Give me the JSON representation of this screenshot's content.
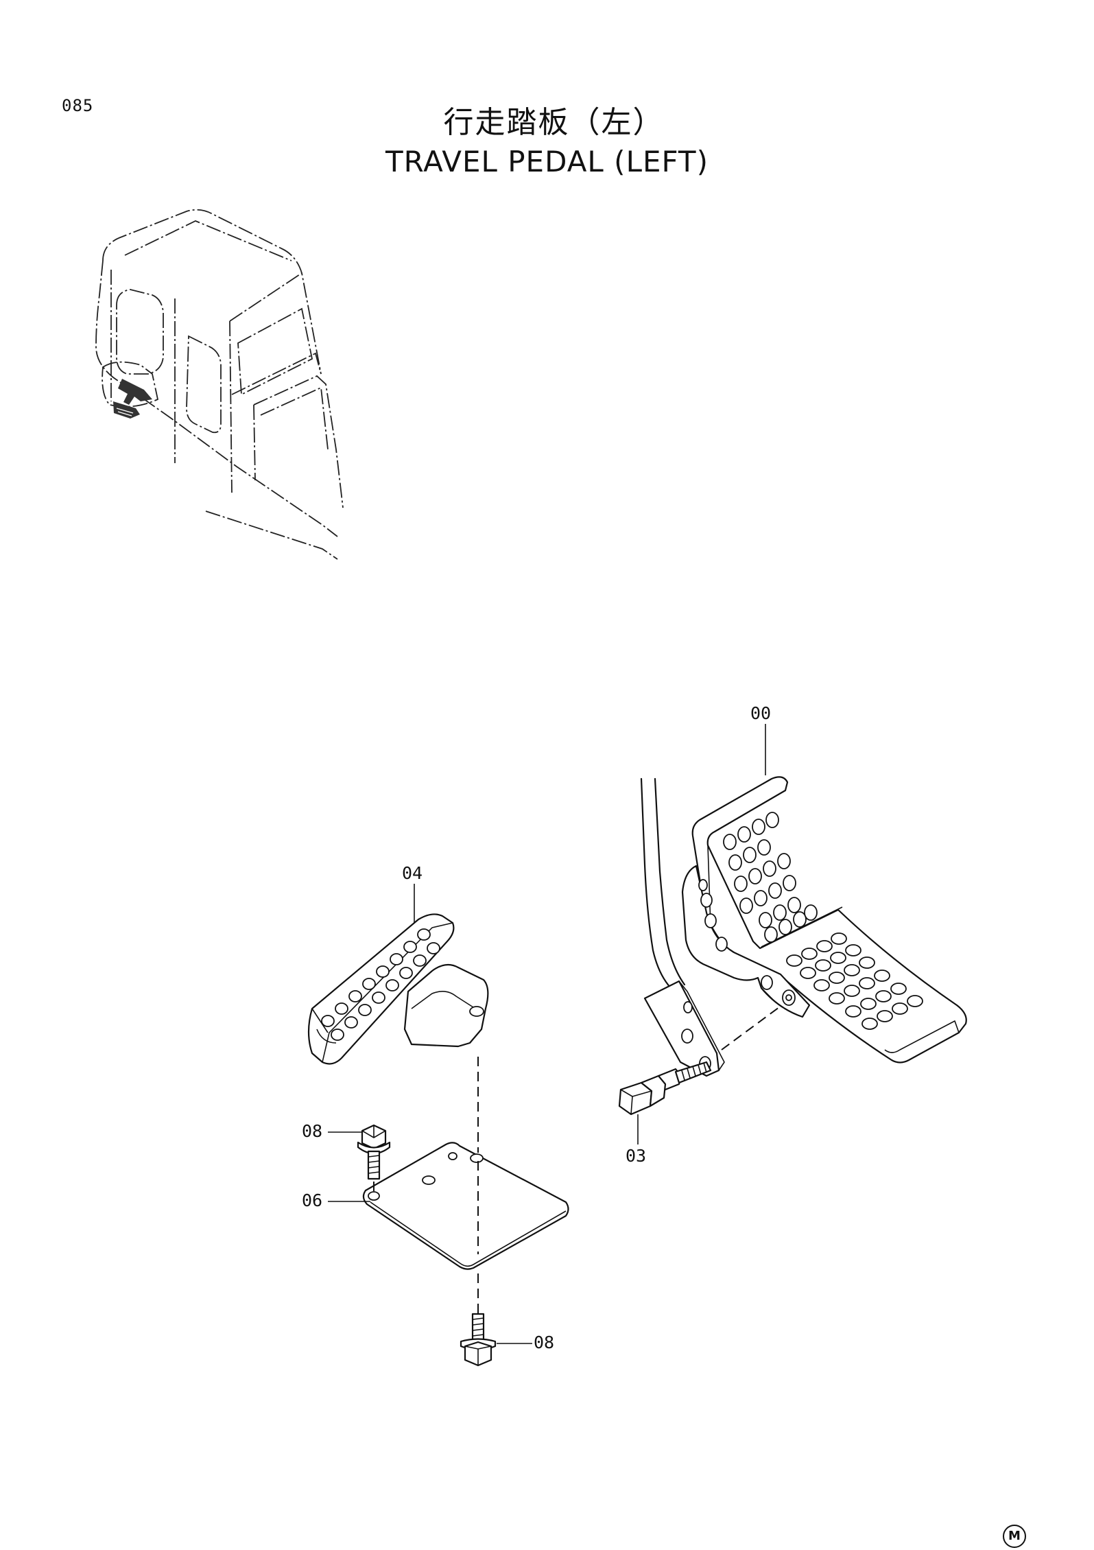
{
  "page": {
    "number": "085"
  },
  "title": {
    "japanese": "行走踏板（左）",
    "english": "TRAVEL PEDAL (LEFT)"
  },
  "callouts": [
    {
      "id": "00",
      "label": "00"
    },
    {
      "id": "04",
      "label": "04"
    },
    {
      "id": "08a",
      "label": "08"
    },
    {
      "id": "06",
      "label": "06"
    },
    {
      "id": "08b",
      "label": "08"
    },
    {
      "id": "03",
      "label": "03"
    }
  ],
  "footer_mark": "M"
}
